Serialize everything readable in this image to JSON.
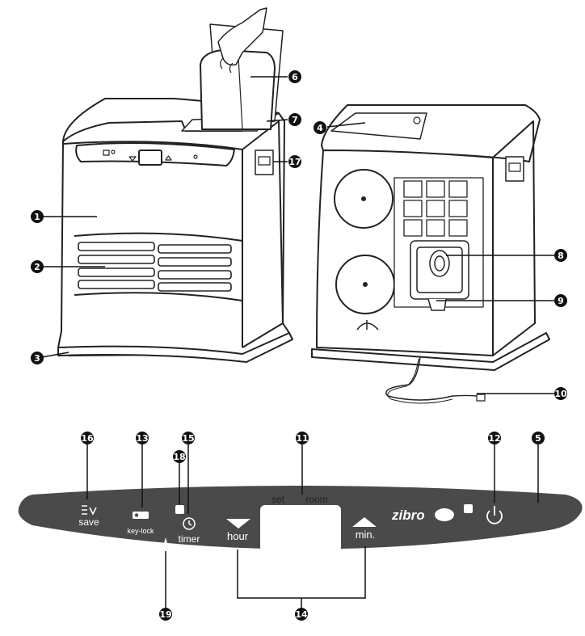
{
  "callouts": {
    "c1": "1",
    "c2": "2",
    "c3": "3",
    "c4": "4",
    "c5": "5",
    "c6": "6",
    "c7": "7",
    "c8": "8",
    "c9": "9",
    "c10": "10",
    "c11": "11",
    "c12": "12",
    "c13": "13",
    "c14": "14",
    "c15": "15",
    "c16": "16",
    "c17": "17",
    "c18": "18",
    "c19": "19"
  },
  "panel": {
    "save_label": "save",
    "keylock_label": "key-lock",
    "timer_label": "timer",
    "hour_label": "hour",
    "min_label": "min.",
    "set_label": "set",
    "room_label": "room",
    "brand": "zibro"
  },
  "colors": {
    "panel": "#4a4a4a",
    "line": "#222222",
    "callout": "#111111",
    "background": "#ffffff"
  },
  "icons": [
    "save-icon",
    "key-icon",
    "timer-icon",
    "power-icon",
    "arrow-down-icon",
    "arrow-up-icon"
  ]
}
